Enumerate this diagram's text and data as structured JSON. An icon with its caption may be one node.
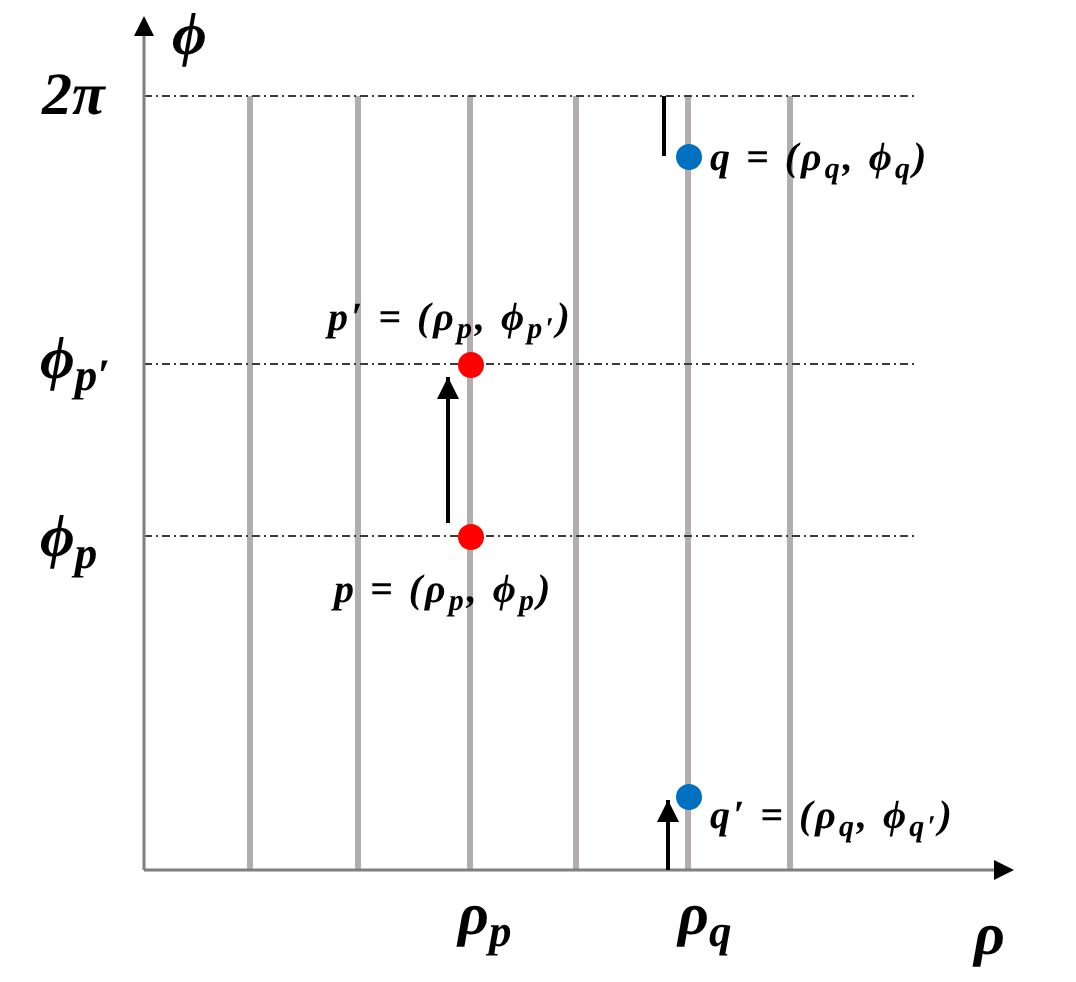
{
  "diagram": {
    "nodes": [
      {
        "text": [],
        "shape": "circle",
        "beside": [
          "q = (ρ$_{q}$, ϕ$_{q}$)"
        ]
      },
      {
        "text": [],
        "shape": "circle",
        "beside": [
          "p′ = (ρ$_{p}$, ϕ$_{p′}$)"
        ]
      },
      {
        "text": [],
        "shape": "circle",
        "beside": [
          "p = (ρ$_{p}$, ϕ$_{p}$)"
        ]
      },
      {
        "text": [],
        "shape": "circle",
        "beside": [
          "q′ = (ρ$_{q}$, ϕ$_{q′}$)"
        ]
      }
    ],
    "edges": [
      {
        "from": 2,
        "to": 1,
        "arrow": "to"
      },
      {
        "from": 0,
        "to": null,
        "arrow": "none"
      },
      {
        "from": null,
        "to": 3,
        "arrow": "to"
      }
    ],
    "labels": [
      "ϕ",
      "2π",
      "ϕ$_{p′}$",
      "ϕ$_{p}$",
      "ρ$_{p}$",
      "ρ$_{q}$",
      "ρ"
    ]
  }
}
